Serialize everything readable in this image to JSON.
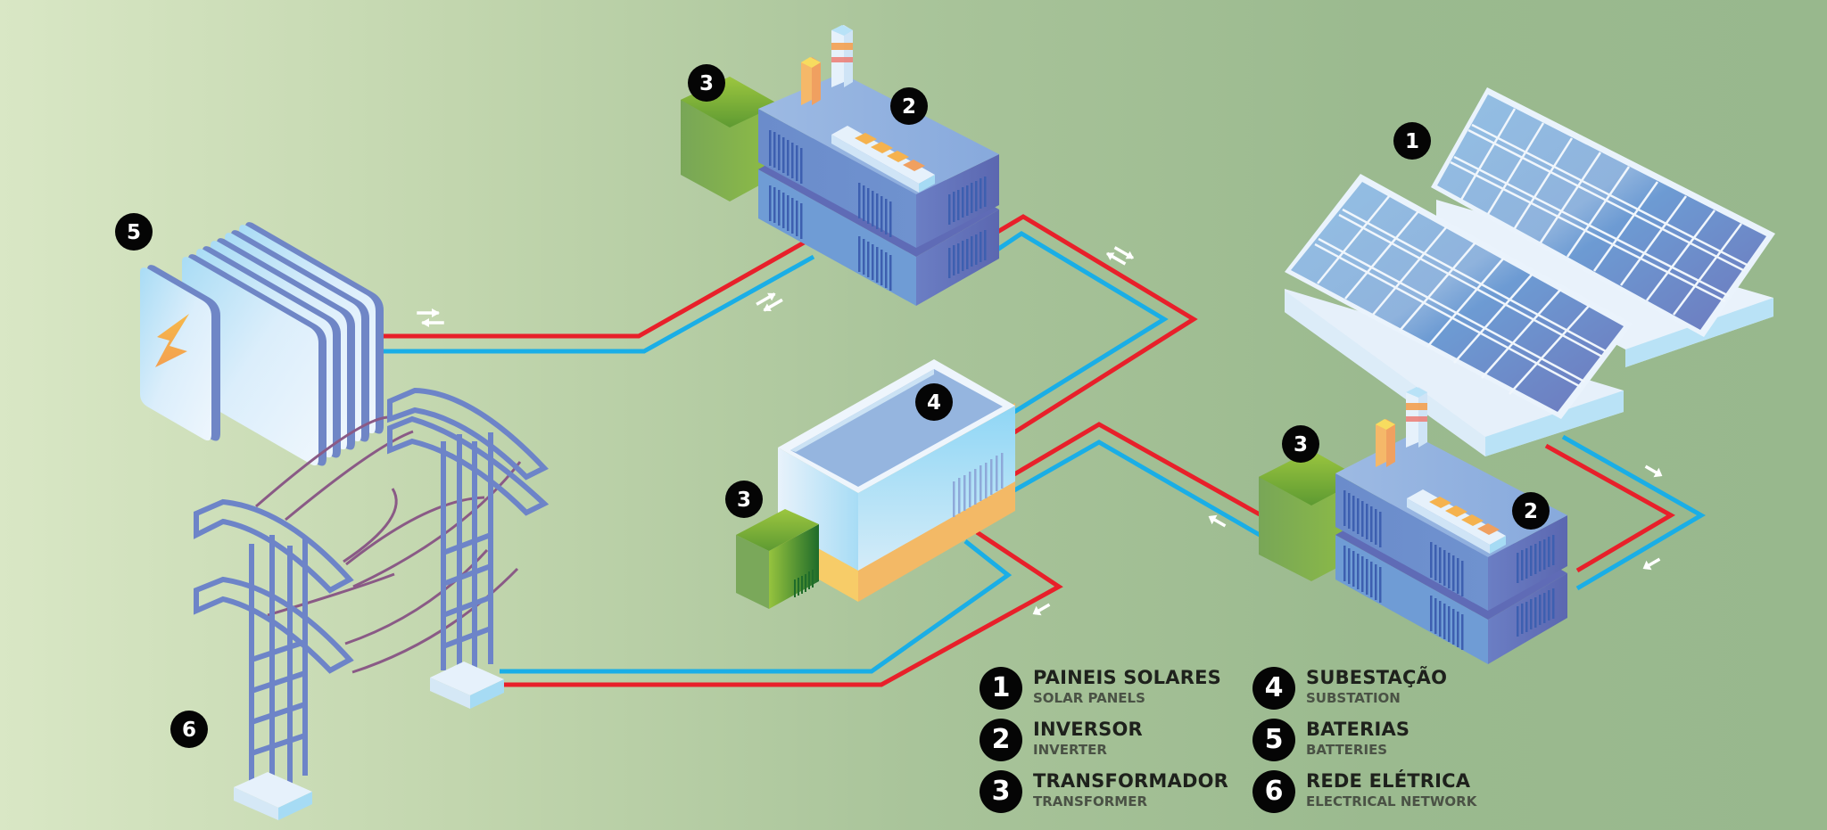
{
  "diagram": {
    "title": "Solar energy system diagram",
    "badges": {
      "solar_panels": "1",
      "inverter_top": "2",
      "inverter_right": "2",
      "transformer_top": "3",
      "transformer_right": "3",
      "transformer_substation": "3",
      "substation": "4",
      "batteries": "5",
      "electrical_network": "6"
    },
    "wire_colors": {
      "positive": "#e8202a",
      "negative": "#1aaee6"
    },
    "flow_arrows": [
      "bidirectional",
      "bidirectional",
      "bidirectional",
      "to-inverter",
      "to-panel-return",
      "to-substation",
      "to-grid"
    ]
  },
  "legend": {
    "items": [
      {
        "num": "1",
        "title": "PAINEIS SOLARES",
        "subtitle": "SOLAR PANELS"
      },
      {
        "num": "2",
        "title": "INVERSOR",
        "subtitle": "INVERTER"
      },
      {
        "num": "3",
        "title": "TRANSFORMADOR",
        "subtitle": "TRANSFORMER"
      },
      {
        "num": "4",
        "title": "SUBESTAÇÃO",
        "subtitle": "SUBSTATION"
      },
      {
        "num": "5",
        "title": "BATERIAS",
        "subtitle": "BATTERIES"
      },
      {
        "num": "6",
        "title": "REDE ELÉTRICA",
        "subtitle": "ELECTRICAL NETWORK"
      }
    ]
  }
}
